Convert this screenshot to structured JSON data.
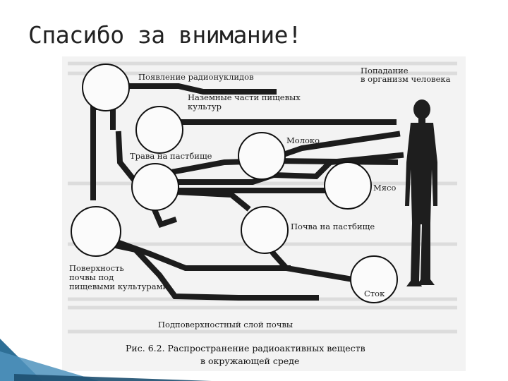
{
  "slide": {
    "title": "Спасибо за внимание!"
  },
  "diagram": {
    "nodes": {
      "radionuclides": "Появление радионуклидов",
      "human": "Попадание\nв организм человека",
      "crops": "Наземные части пищевых\nкультур",
      "milk": "Молоко",
      "pasture_grass": "Трава на пастбище",
      "meat": "Мясо",
      "pasture_soil": "Почва на пастбище",
      "crop_soil_surface": "Поверхность\nпочвы под\nпищевыми культурами",
      "runoff": "Сток",
      "subsurface_soil": "Подповерхностный слой почвы"
    },
    "caption_line1": "Рис. 6.2. Распространение радиоактивных веществ",
    "caption_line2": "в окружающей среде"
  },
  "colors": {
    "slide_background": "#ffffff",
    "figure_background": "#f3f3f3",
    "arrow": "#1c1c1c",
    "corner_accent": "#2e6f96"
  }
}
